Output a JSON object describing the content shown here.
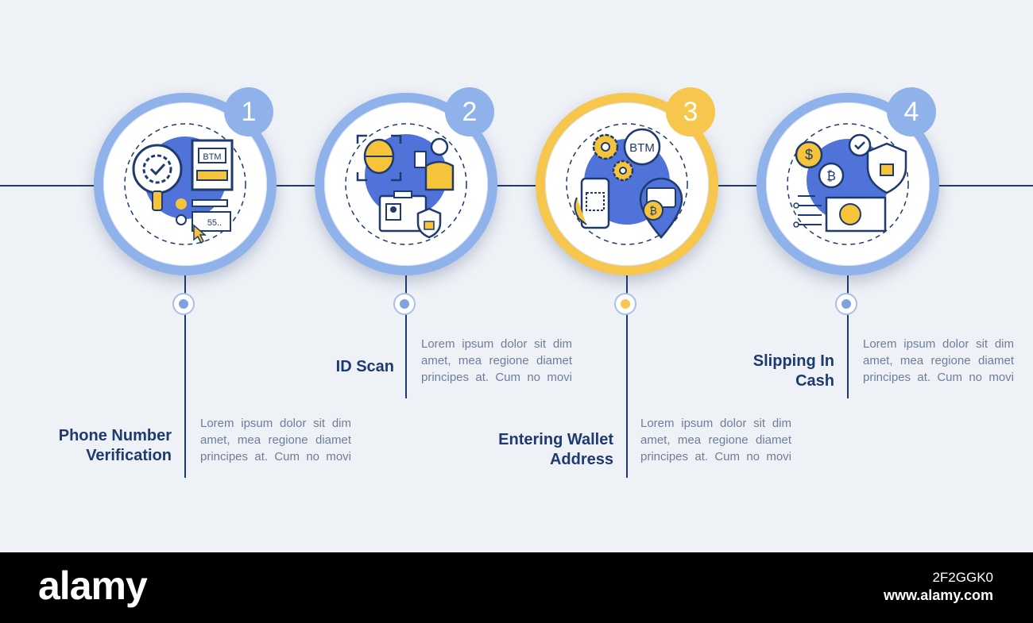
{
  "steps": [
    {
      "number": "1",
      "title_line1": "Phone Number",
      "title_line2": "Verification",
      "description": "Lorem ipsum dolor sit dim amet, mea regione diamet principes at. Cum no movi"
    },
    {
      "number": "2",
      "title_line1": "ID Scan",
      "title_line2": "",
      "description": "Lorem ipsum dolor sit dim amet, mea regione diamet principes at. Cum no movi"
    },
    {
      "number": "3",
      "title_line1": "Entering Wallet",
      "title_line2": "Address",
      "description": "Lorem ipsum dolor sit dim amet, mea regione diamet principes at. Cum no movi"
    },
    {
      "number": "4",
      "title_line1": "Slipping In",
      "title_line2": "Cash",
      "description": "Lorem ipsum dolor sit dim amet, mea regione diamet principes at. Cum no movi"
    }
  ],
  "icons": {
    "step1": "btm-phone-verification-icon",
    "step2": "id-scan-icon",
    "step3": "btm-wallet-address-icon",
    "step4": "cash-crypto-security-icon",
    "btm_label": "BTM",
    "phone_digits": "55.."
  },
  "colors": {
    "navy": "#1e3a6e",
    "ring_blue": "#8fb2ea",
    "ring_gold": "#f6c64d",
    "icon_fill_blue": "#4f73d8",
    "icon_fill_yellow": "#f5c43a",
    "background": "#eef1f6"
  },
  "footer": {
    "logo": "alamy",
    "image_id": "2F2GGK0",
    "url": "www.alamy.com"
  }
}
